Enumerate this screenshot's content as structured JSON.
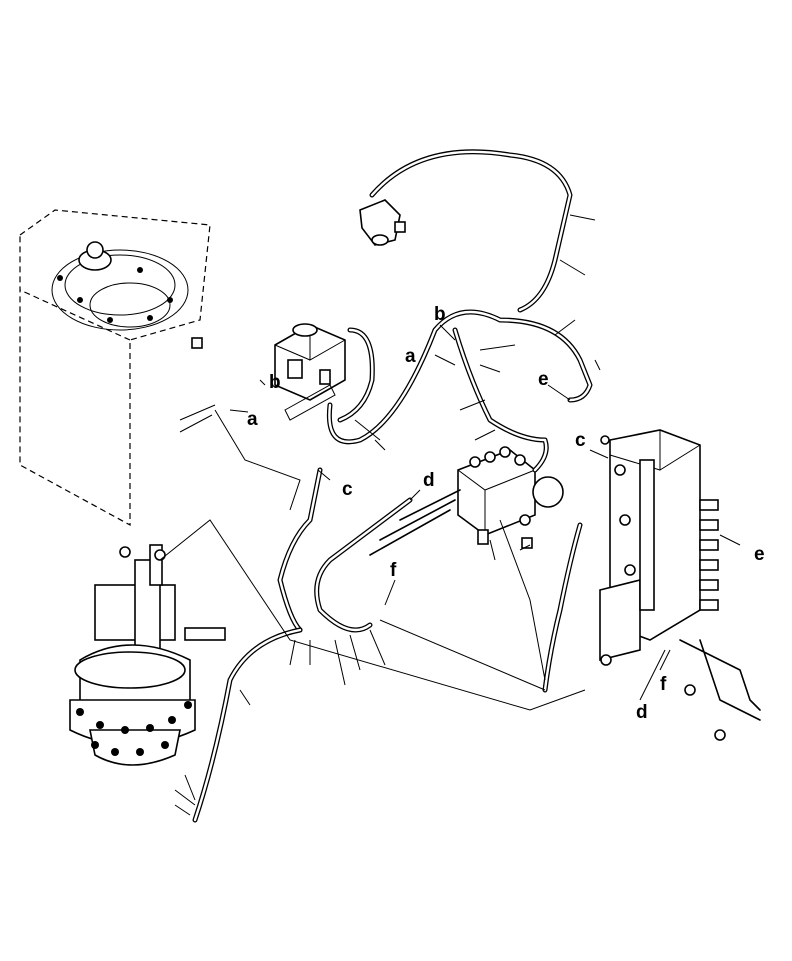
{
  "callouts": {
    "a_tank": "a",
    "a_mid": "a",
    "b_tank": "b",
    "b_mid": "b",
    "c_mid": "c",
    "c_valve": "c",
    "d_mid": "d",
    "d_valve": "d",
    "e_top": "e",
    "e_valve": "e",
    "f_mid": "f",
    "f_valve": "f"
  }
}
